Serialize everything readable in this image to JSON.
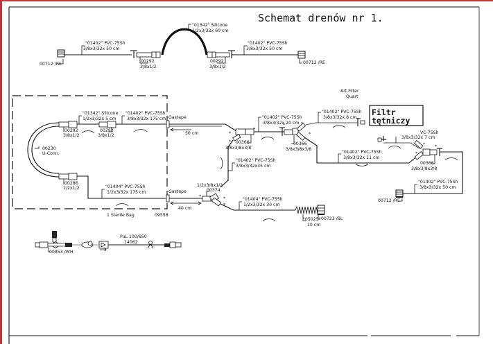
{
  "title": "Schemat drenów nr 1.",
  "filter_box": {
    "line1": "Filtr",
    "line2": "tętniczy"
  },
  "top_line": {
    "left_connector": "00712 /RE",
    "right_connector": "00712 /RE",
    "left_tube": {
      "name": "\"01402\" PVC-75Sh",
      "size": "3/8x3/32x 50 cm"
    },
    "right_tube": {
      "name": "\"01402\" PVC-75Sh",
      "size": "3/8x3/32x 50 cm"
    },
    "silicone": {
      "name": "\"01342\" Silicone",
      "size": "1/2x3/32x 60 cm"
    },
    "left_adapter": {
      "code": "00292",
      "size": "3/8x1/2"
    },
    "right_adapter": {
      "code": "00292",
      "size": "3/8x1/2"
    }
  },
  "sterile_bag": {
    "label": "1  Sterile Bag",
    "code": "09558",
    "u_conn": {
      "code": "00230",
      "name": "U-Conn."
    },
    "adapter1": {
      "code": "00292",
      "size": "3/8x1/2"
    },
    "adapter2": {
      "code": "00292",
      "size": "3/8x1/2"
    },
    "adapter3": {
      "code": "00286",
      "size": "1/2x1/2"
    },
    "silicone": {
      "name": "\"01342\" Silicone",
      "size": "1/2x3/32x 5 cm"
    },
    "pvc_top": {
      "name": "\"01402\" PVC-75Sh",
      "size": "3/8x3/32x 175 cm"
    },
    "pvc_bottom": {
      "name": "\"01404\" PVC-75Sh",
      "size": "1/2x3/32x 175 cm"
    },
    "gastape_top": "Gastape",
    "gastape_bottom": "Gastape"
  },
  "dimensions": {
    "top": "50 cm",
    "bottom": "40 cm"
  },
  "middle": {
    "y1": {
      "code": "00366",
      "size": "3/8x3/8x3/8"
    },
    "tube_20": {
      "name": "\"01402\" PVC-75Sh",
      "size": "3/8x3/32x 20 cm"
    },
    "tube_35": {
      "name": "\"01402\" PVC-75Sh",
      "size": "3/8x3/32x35 cm"
    },
    "y_bottom": {
      "size": "1/2x3/8x1/2",
      "code": "00374"
    },
    "tube_30": {
      "name": "\"01404\" PVC-75Sh",
      "size": "1/2x3/32x 30 cm"
    },
    "spring": {
      "code": "\"05025\"",
      "size": "10 cm"
    },
    "end_connector": "00723 /BL"
  },
  "right": {
    "art_filter": {
      "line1": "Art.Filter",
      "line2": "Quart"
    },
    "tube_8": {
      "name": "\"01402\" PVC-75Sh",
      "size": "3/8x3/32x 8 cm"
    },
    "y2": {
      "code": "00366",
      "size": "3/8x3/8x3/8"
    },
    "tube_11": {
      "name": "\"01402\" PVC-75Sh",
      "size": "3/8x3/32x 11 cm"
    },
    "tube_7": {
      "name": "VC-75Sh",
      "size": "3/8x3/32x 7 cm"
    },
    "y3": {
      "code": "00366",
      "size": "3/8x3/8x3/8"
    },
    "tube_50": {
      "name": "\"01402\" PVC-75Sh",
      "size": "3/8x3/32x 50 cm"
    },
    "end_connector": "00712 /RE"
  },
  "bottom_line": {
    "connector": "00853 /WH",
    "line_name": "PuL 100/650",
    "line_code": "14062"
  }
}
